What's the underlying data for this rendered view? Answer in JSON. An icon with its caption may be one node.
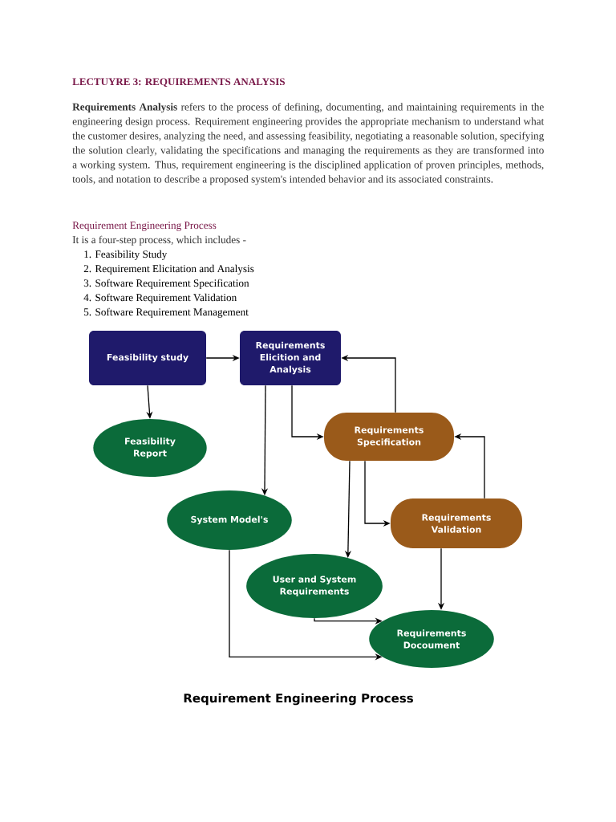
{
  "diagram": {
    "title": "LECTUYRE 3: REQUIREMENTS ANALYSIS",
    "caption": "Requirement Engineering Process",
    "nodes": [
      {
        "text": [
          "Feasibility study"
        ]
      },
      {
        "text": [
          "Requirements Elicition and Analysis"
        ]
      },
      {
        "text": [
          "Feasibility Report"
        ]
      },
      {
        "text": [
          "Requirements Specification"
        ]
      },
      {
        "text": [
          "System Model's"
        ]
      },
      {
        "text": [
          "Requirements Validation"
        ]
      },
      {
        "text": [
          "User and System Requirements"
        ]
      },
      {
        "text": [
          "Requirements Docoument"
        ]
      }
    ],
    "edges": [
      {
        "from": 0,
        "to": 1,
        "arrow": "to"
      },
      {
        "from": 0,
        "to": 2,
        "arrow": "to"
      },
      {
        "from": 1,
        "to": 4,
        "arrow": "to"
      },
      {
        "from": 1,
        "to": 3,
        "arrow": "to"
      },
      {
        "from": 3,
        "to": 1,
        "arrow": "to"
      },
      {
        "from": 3,
        "to": 6,
        "arrow": "to"
      },
      {
        "from": 3,
        "to": 5,
        "arrow": "to"
      },
      {
        "from": 5,
        "to": 3,
        "arrow": "to"
      },
      {
        "from": 5,
        "to": 7,
        "arrow": "to"
      },
      {
        "from": 6,
        "to": 7,
        "arrow": "to"
      },
      {
        "from": 4,
        "to": 7,
        "arrow": "to"
      }
    ],
    "labels": [
      "**Requirements Analysis** refers to the process of defining, documenting, and maintaining requirements in the engineering design process. Requirement engineering provides the appropriate mechanism to understand what the customer desires, analyzing the need, and assessing feasibility, negotiating a reasonable solution, specifying the solution clearly, validating the specifications and managing the requirements as they are transformed into a working system. Thus, requirement engineering is the disciplined application of proven principles, methods, tools, and notation to describe a proposed system's intended behavior and its associated constraints.",
      "Requirement Engineering Process",
      "It is a four-step process, which includes -",
      "1. Feasibility Study",
      "2. Requirement Elicitation and Analysis",
      "3. Software Requirement Specification",
      "4. Software Requirement Validation",
      "5. Software Requirement Management"
    ]
  }
}
